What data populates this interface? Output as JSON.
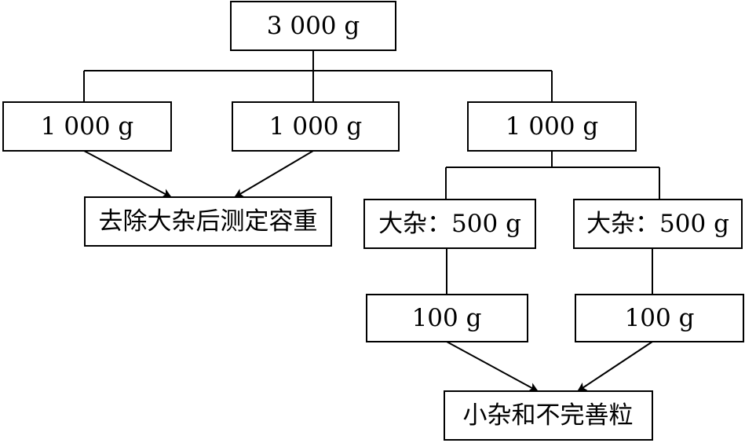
{
  "diagram": {
    "nodes": {
      "root": "3 000 g",
      "part_left": "1 000 g",
      "part_middle": "1 000 g",
      "part_right": "1 000 g",
      "bulk_density": "去除大杂后测定容重",
      "large_impurity_left": "大杂：500 g",
      "large_impurity_right": "大杂：500 g",
      "sub_left": "100 g",
      "sub_right": "100 g",
      "small_impurity": "小杂和不完善粒"
    },
    "colors": {
      "stroke": "#000000",
      "background": "#ffffff"
    }
  }
}
